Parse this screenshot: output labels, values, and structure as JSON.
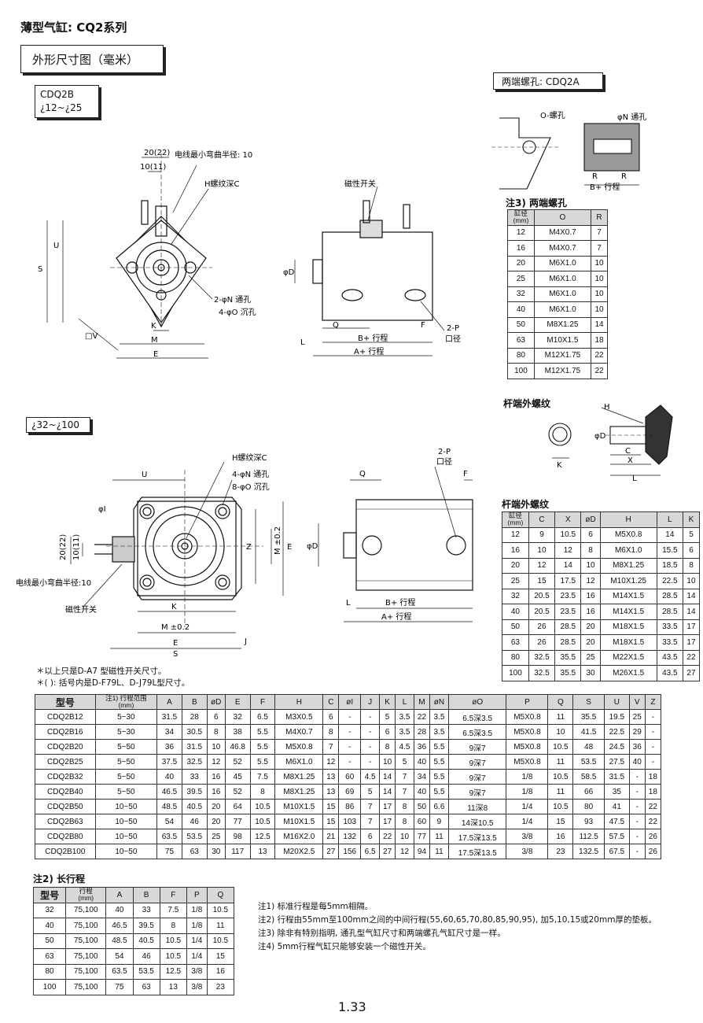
{
  "page_title": "薄型气缸: CQ2系列",
  "section_title": "外形尺寸图（毫米）",
  "model_box_1": {
    "line1": "CDQ2B",
    "line2": "¿12~¿25"
  },
  "model_box_2": "¿32~¿100",
  "cdq2a_box": "两端螺孔: CDQ2A",
  "drawing1_labels": {
    "dim_20_22": "20(22)",
    "dim_10_11": "10(11)",
    "bend_radius": "电线最小弯曲半径: 10",
    "h_thread": "H螺纹深C",
    "U": "U",
    "S": "S",
    "K": "K",
    "M": "M",
    "E": "E",
    "V": "□V",
    "through_hole": "2-φN 通孔",
    "counterbore": "4-φO 沉孔"
  },
  "drawing2_labels": {
    "magnetic_switch": "磁性开关",
    "D": "φD",
    "Q": "Q",
    "F": "F",
    "L": "L",
    "port": "2-P",
    "port_sub": "口径",
    "b_stroke": "B+ 行程",
    "a_stroke": "A+ 行程"
  },
  "drawing3_labels": {
    "h_thread": "H螺纹深C",
    "through_hole": "4-φN 通孔",
    "counterbore": "8-φO 沉孔",
    "U": "U",
    "I": "φI",
    "Z": "Z",
    "M_tol": "M ±0.2",
    "E": "E",
    "K": "K",
    "M_bottom": "M ±0.2",
    "E_bottom": "E",
    "J": "J",
    "S": "S",
    "dim_20_22": "20(22)",
    "dim_10_11": "10(11)",
    "bend_radius": "电线最小弯曲半径:10",
    "magnetic_switch": "磁性开关"
  },
  "drawing4_labels": {
    "Q": "Q",
    "port": "2-P",
    "port_sub": "口径",
    "F": "F",
    "D": "φD",
    "L": "L",
    "b_stroke": "B+ 行程",
    "a_stroke": "A+ 行程"
  },
  "cdq2a_labels": {
    "o_thread": "O-螺孔",
    "n_hole": "φN 通孔",
    "R1": "R",
    "R2": "R",
    "b_stroke": "B+ 行程"
  },
  "rod_thread_labels": {
    "H": "H",
    "D": "φD",
    "C": "C",
    "X": "X",
    "L": "L",
    "K": "K"
  },
  "footnotes": [
    "＊以上只是D-A7 型磁性开关尺寸。",
    "＊( ): 括号内是D-F79L、D-J79L型尺寸。"
  ],
  "both_end_table": {
    "title": "注3) 两端螺孔",
    "headers": [
      "缸径\n(mm)",
      "O",
      "R"
    ],
    "rows": [
      [
        "12",
        "M4X0.7",
        "7"
      ],
      [
        "16",
        "M4X0.7",
        "7"
      ],
      [
        "20",
        "M6X1.0",
        "10"
      ],
      [
        "25",
        "M6X1.0",
        "10"
      ],
      [
        "32",
        "M6X1.0",
        "10"
      ],
      [
        "40",
        "M6X1.0",
        "10"
      ],
      [
        "50",
        "M8X1.25",
        "14"
      ],
      [
        "63",
        "M10X1.5",
        "18"
      ],
      [
        "80",
        "M12X1.75",
        "22"
      ],
      [
        "100",
        "M12X1.75",
        "22"
      ]
    ]
  },
  "rod_title_1": "杆端外螺纹",
  "rod_table": {
    "title": "杆端外螺纹",
    "headers": [
      "缸径\n(mm)",
      "C",
      "X",
      "øD",
      "H",
      "L",
      "K"
    ],
    "rows": [
      [
        "12",
        "9",
        "10.5",
        "6",
        "M5X0.8",
        "14",
        "5"
      ],
      [
        "16",
        "10",
        "12",
        "8",
        "M6X1.0",
        "15.5",
        "6"
      ],
      [
        "20",
        "12",
        "14",
        "10",
        "M8X1.25",
        "18.5",
        "8"
      ],
      [
        "25",
        "15",
        "17.5",
        "12",
        "M10X1.25",
        "22.5",
        "10"
      ],
      [
        "32",
        "20.5",
        "23.5",
        "16",
        "M14X1.5",
        "28.5",
        "14"
      ],
      [
        "40",
        "20.5",
        "23.5",
        "16",
        "M14X1.5",
        "28.5",
        "14"
      ],
      [
        "50",
        "26",
        "28.5",
        "20",
        "M18X1.5",
        "33.5",
        "17"
      ],
      [
        "63",
        "26",
        "28.5",
        "20",
        "M18X1.5",
        "33.5",
        "17"
      ],
      [
        "80",
        "32.5",
        "35.5",
        "25",
        "M22X1.5",
        "43.5",
        "22"
      ],
      [
        "100",
        "32.5",
        "35.5",
        "30",
        "M26X1.5",
        "43.5",
        "27"
      ]
    ]
  },
  "main_table": {
    "headers": [
      "型号",
      "注1) 行程范围\n(mm)",
      "A",
      "B",
      "øD",
      "E",
      "F",
      "H",
      "C",
      "øI",
      "J",
      "K",
      "L",
      "M",
      "øN",
      "øO",
      "P",
      "Q",
      "S",
      "U",
      "V",
      "Z"
    ],
    "rows": [
      [
        "CDQ2B12",
        "5~30",
        "31.5",
        "28",
        "6",
        "32",
        "6.5",
        "M3X0.5",
        "6",
        "-",
        "-",
        "5",
        "3.5",
        "22",
        "3.5",
        "6.5深3.5",
        "M5X0.8",
        "11",
        "35.5",
        "19.5",
        "25",
        "-"
      ],
      [
        "CDQ2B16",
        "5~30",
        "34",
        "30.5",
        "8",
        "38",
        "5.5",
        "M4X0.7",
        "8",
        "-",
        "-",
        "6",
        "3.5",
        "28",
        "3.5",
        "6.5深3.5",
        "M5X0.8",
        "10",
        "41.5",
        "22.5",
        "29",
        "-"
      ],
      [
        "CDQ2B20",
        "5~50",
        "36",
        "31.5",
        "10",
        "46.8",
        "5.5",
        "M5X0.8",
        "7",
        "-",
        "-",
        "8",
        "4.5",
        "36",
        "5.5",
        "9深7",
        "M5X0.8",
        "10.5",
        "48",
        "24.5",
        "36",
        "-"
      ],
      [
        "CDQ2B25",
        "5~50",
        "37.5",
        "32.5",
        "12",
        "52",
        "5.5",
        "M6X1.0",
        "12",
        "-",
        "-",
        "10",
        "5",
        "40",
        "5.5",
        "9深7",
        "M5X0.8",
        "11",
        "53.5",
        "27.5",
        "40",
        "-"
      ],
      [
        "CDQ2B32",
        "5~50",
        "40",
        "33",
        "16",
        "45",
        "7.5",
        "M8X1.25",
        "13",
        "60",
        "4.5",
        "14",
        "7",
        "34",
        "5.5",
        "9深7",
        "1/8",
        "10.5",
        "58.5",
        "31.5",
        "-",
        "18"
      ],
      [
        "CDQ2B40",
        "5~50",
        "46.5",
        "39.5",
        "16",
        "52",
        "8",
        "M8X1.25",
        "13",
        "69",
        "5",
        "14",
        "7",
        "40",
        "5.5",
        "9深7",
        "1/8",
        "11",
        "66",
        "35",
        "-",
        "18"
      ],
      [
        "CDQ2B50",
        "10~50",
        "48.5",
        "40.5",
        "20",
        "64",
        "10.5",
        "M10X1.5",
        "15",
        "86",
        "7",
        "17",
        "8",
        "50",
        "6.6",
        "11深8",
        "1/4",
        "10.5",
        "80",
        "41",
        "-",
        "22"
      ],
      [
        "CDQ2B63",
        "10~50",
        "54",
        "46",
        "20",
        "77",
        "10.5",
        "M10X1.5",
        "15",
        "103",
        "7",
        "17",
        "8",
        "60",
        "9",
        "14深10.5",
        "1/4",
        "15",
        "93",
        "47.5",
        "-",
        "22"
      ],
      [
        "CDQ2B80",
        "10~50",
        "63.5",
        "53.5",
        "25",
        "98",
        "12.5",
        "M16X2.0",
        "21",
        "132",
        "6",
        "22",
        "10",
        "77",
        "11",
        "17.5深13.5",
        "3/8",
        "16",
        "112.5",
        "57.5",
        "-",
        "26"
      ],
      [
        "CDQ2B100",
        "10~50",
        "75",
        "63",
        "30",
        "117",
        "13",
        "M20X2.5",
        "27",
        "156",
        "6.5",
        "27",
        "12",
        "94",
        "11",
        "17.5深13.5",
        "3/8",
        "23",
        "132.5",
        "67.5",
        "-",
        "26"
      ]
    ]
  },
  "long_stroke_table": {
    "title": "注2) 长行程",
    "headers": [
      "型号",
      "行程\n(mm)",
      "A",
      "B",
      "F",
      "P",
      "Q"
    ],
    "rows": [
      [
        "32",
        "75,100",
        "40",
        "33",
        "7.5",
        "1/8",
        "10.5"
      ],
      [
        "40",
        "75,100",
        "46.5",
        "39.5",
        "8",
        "1/8",
        "11"
      ],
      [
        "50",
        "75,100",
        "48.5",
        "40.5",
        "10.5",
        "1/4",
        "10.5"
      ],
      [
        "63",
        "75,100",
        "54",
        "46",
        "10.5",
        "1/4",
        "15"
      ],
      [
        "80",
        "75,100",
        "63.5",
        "53.5",
        "12.5",
        "3/8",
        "16"
      ],
      [
        "100",
        "75,100",
        "75",
        "63",
        "13",
        "3/8",
        "23"
      ]
    ]
  },
  "notes": [
    "注1) 标准行程是每5mm相隔。",
    "注2) 行程由55mm至100mm之间的中间行程(55,60,65,70,80,85,90,95), 加5,10,15或20mm厚的垫板。",
    "注3) 除非有特别指明, 通孔型气缸尺寸和两端螺孔气缸尺寸是一样。",
    "注4) 5mm行程气缸只能够安装一个磁性开关。"
  ],
  "page_number": "1.33"
}
